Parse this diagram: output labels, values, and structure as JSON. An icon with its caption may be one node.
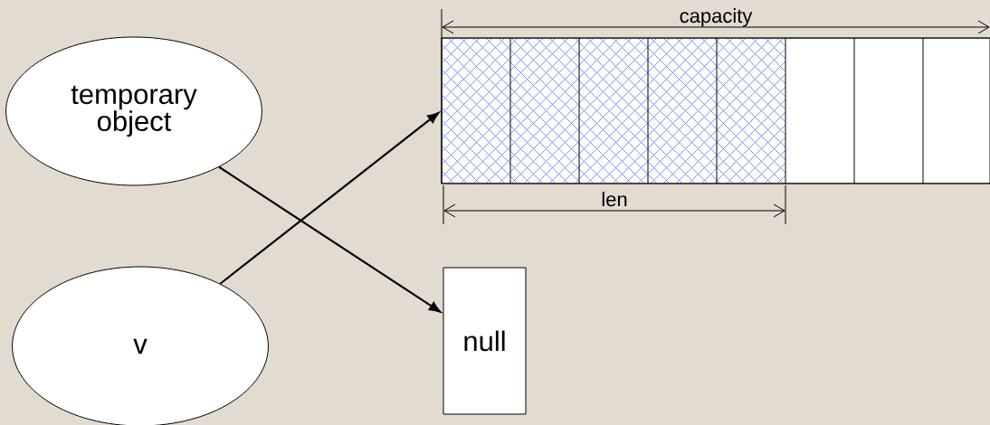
{
  "diagram": {
    "nodes": [
      {
        "text": [
          "temporary object"
        ]
      },
      {
        "text": [
          "v"
        ]
      },
      {
        "text": [
          "null"
        ]
      },
      {
        "text": [],
        "shape": "box"
      }
    ],
    "edges": [
      {
        "from": 0,
        "to": 2,
        "arrow": "to"
      },
      {
        "from": 1,
        "to": 3,
        "arrow": "to"
      }
    ],
    "labels": [
      "capacity",
      "len"
    ]
  }
}
